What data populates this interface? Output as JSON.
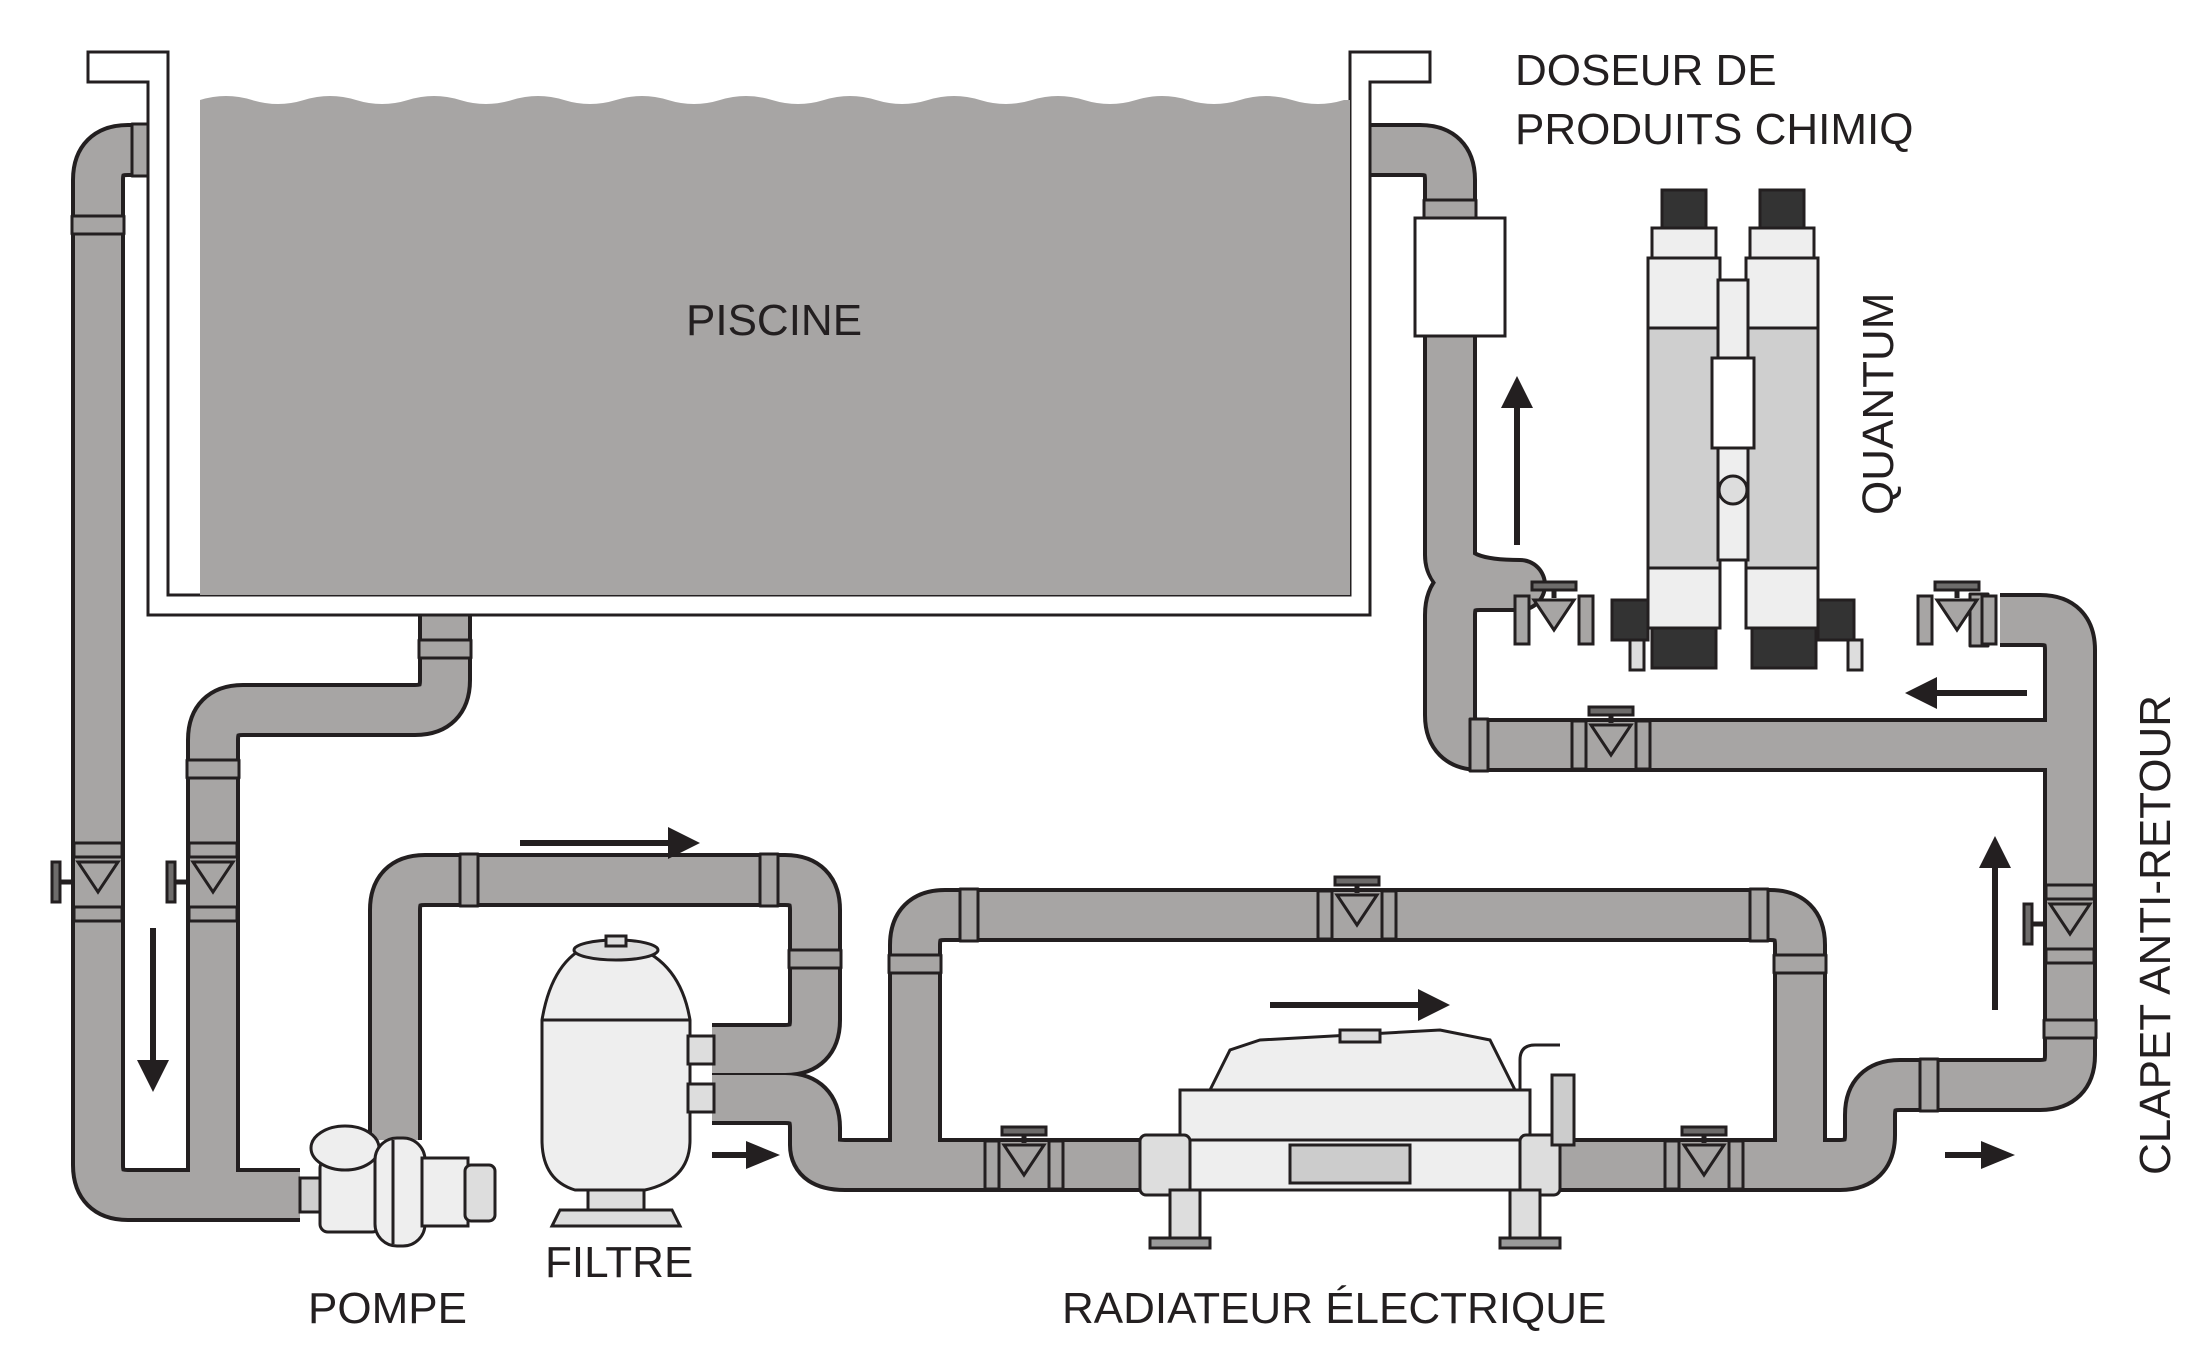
{
  "labels": {
    "pool": "PISCINE",
    "dosing_line1": "DOSEUR DE",
    "dosing_line2": "PRODUITS CHIMIQ",
    "quantum": "QUANTUM",
    "check_valve": "CLAPET ANTI-RETOUR",
    "pump": "POMPE",
    "filter": "FILTRE",
    "heater": "RADIATEUR ÉLECTRIQUE"
  },
  "colors": {
    "pipe_fill": "#a7a5a4",
    "pipe_stroke": "#231f20",
    "water": "#a7a5a4",
    "equipment": "#eeeeee",
    "arrow": "#231f20",
    "text": "#231f20"
  }
}
